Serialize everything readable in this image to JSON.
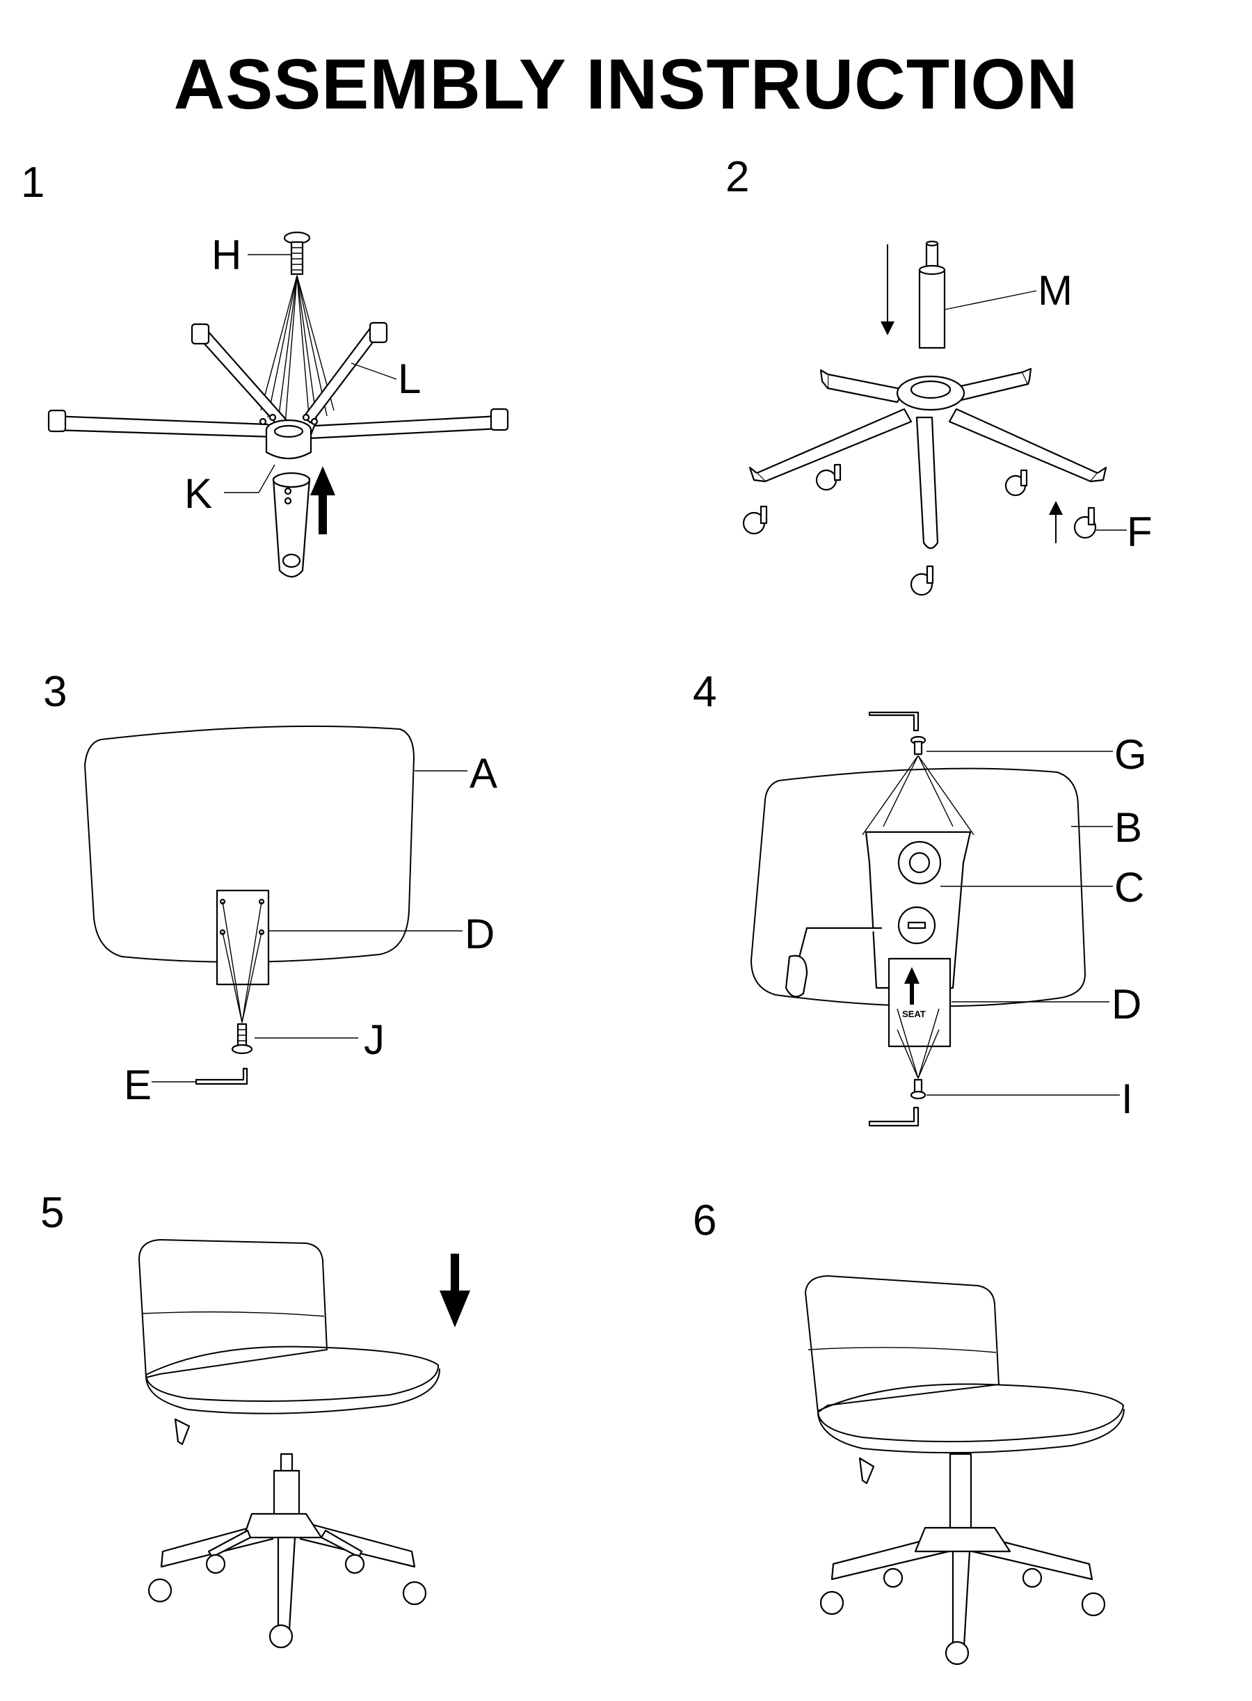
{
  "title": "ASSEMBLY INSTRUCTION",
  "steps": [
    {
      "number": "1",
      "labels": [
        "H",
        "L",
        "K"
      ]
    },
    {
      "number": "2",
      "labels": [
        "M",
        "F"
      ]
    },
    {
      "number": "3",
      "labels": [
        "A",
        "D",
        "J",
        "E"
      ]
    },
    {
      "number": "4",
      "labels": [
        "G",
        "B",
        "C",
        "D",
        "I"
      ],
      "plate_text": "SEAT"
    },
    {
      "number": "5",
      "labels": []
    },
    {
      "number": "6",
      "labels": []
    }
  ]
}
